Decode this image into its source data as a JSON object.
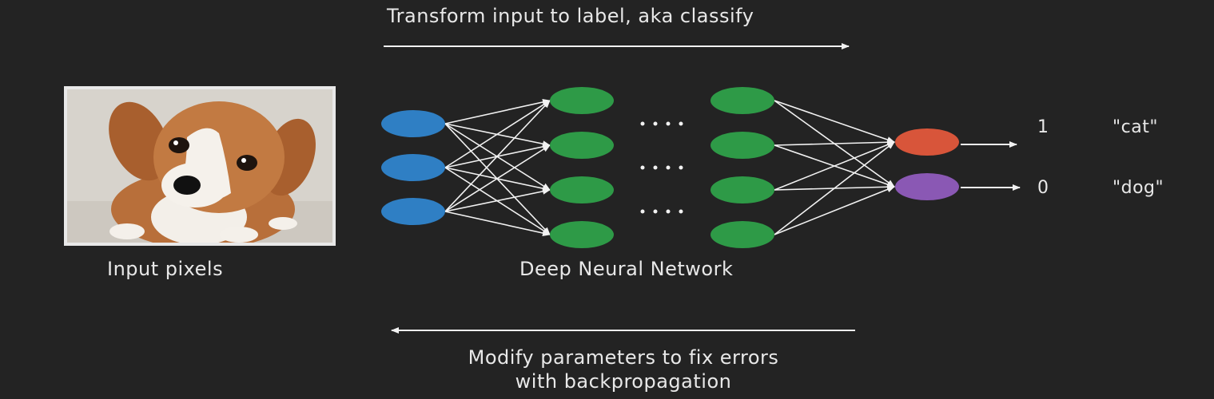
{
  "captions": {
    "top": "Transform input to label, aka classify",
    "input": "Input pixels",
    "network": "Deep Neural Network",
    "bottom_line1": "Modify parameters to fix errors",
    "bottom_line2": "with backpropagation"
  },
  "outputs": [
    {
      "value": "1",
      "label": "\"cat\""
    },
    {
      "value": "0",
      "label": "\"dog\""
    }
  ],
  "colors": {
    "background": "#232323",
    "input_node": "#2f7fc4",
    "hidden_node": "#2e9a47",
    "output_cat": "#d8553a",
    "output_dog": "#8a58b4",
    "arrow": "#f2f2f2"
  },
  "photo": {
    "subject": "puppy-photo"
  }
}
